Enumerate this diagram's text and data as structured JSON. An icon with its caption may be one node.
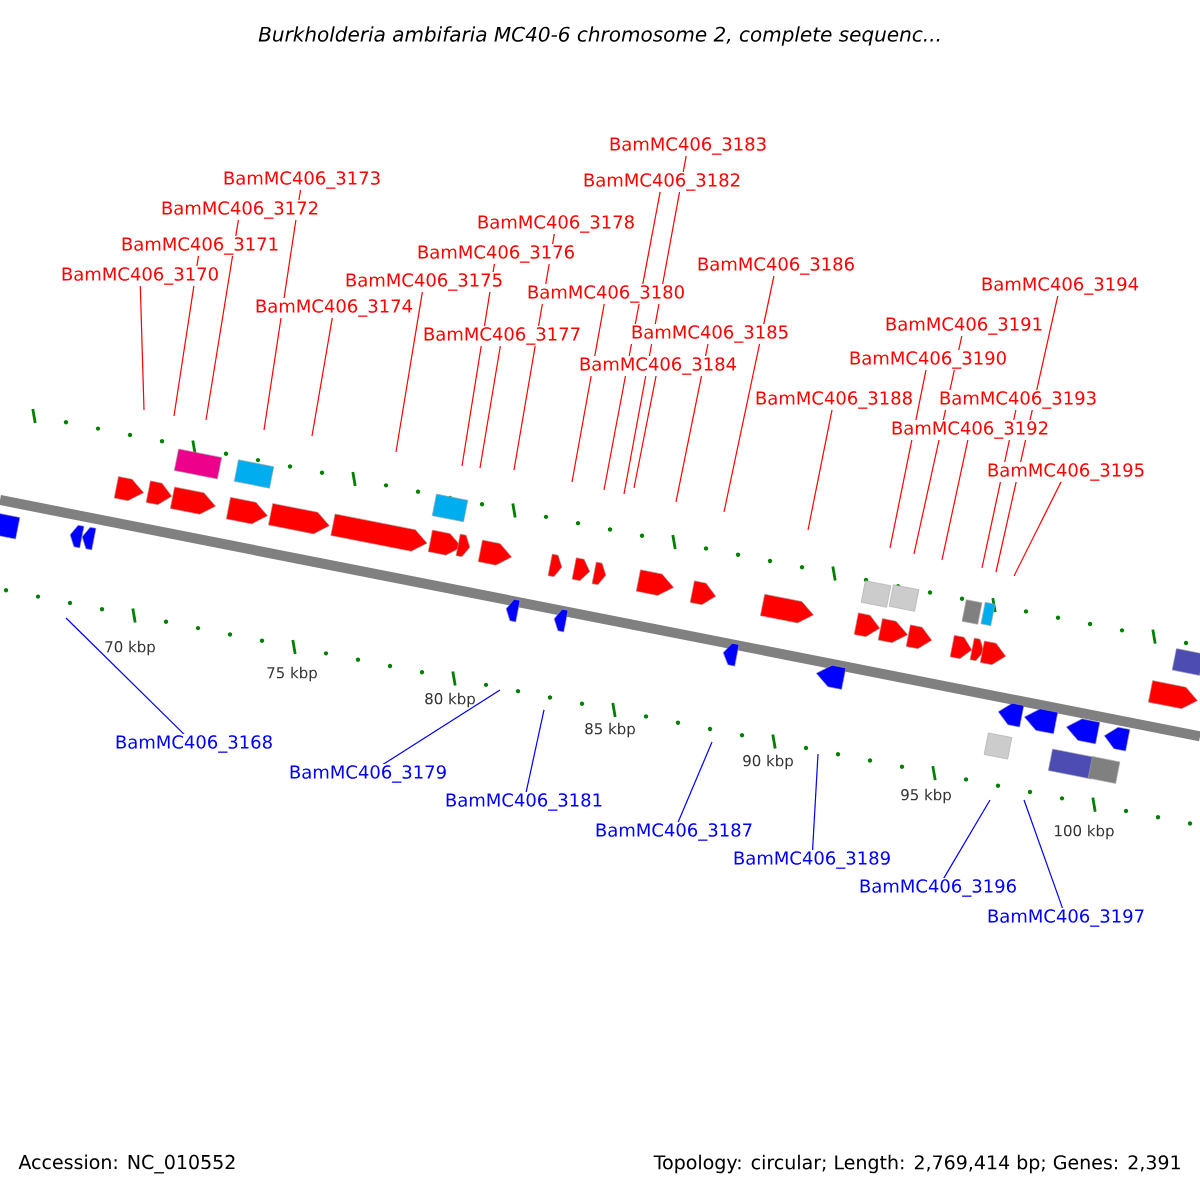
{
  "diagram": {
    "title": "Burkholderia ambifaria MC40-6 chromosome 2, complete sequenc...",
    "nodes": [
      {
        "text": [
          "BamMC406_3168"
        ]
      },
      {
        "text": [
          "BamMC406_3170"
        ]
      },
      {
        "text": [
          "BamMC406_3171"
        ]
      },
      {
        "text": [
          "BamMC406_3172"
        ]
      },
      {
        "text": [
          "BamMC406_3173"
        ]
      },
      {
        "text": [
          "BamMC406_3174"
        ]
      },
      {
        "text": [
          "BamMC406_3175"
        ]
      },
      {
        "text": [
          "BamMC406_3176"
        ]
      },
      {
        "text": [
          "BamMC406_3177"
        ]
      },
      {
        "text": [
          "BamMC406_3178"
        ]
      },
      {
        "text": [
          "BamMC406_3179"
        ]
      },
      {
        "text": [
          "BamMC406_3180"
        ]
      },
      {
        "text": [
          "BamMC406_3181"
        ]
      },
      {
        "text": [
          "BamMC406_3182"
        ]
      },
      {
        "text": [
          "BamMC406_3183"
        ]
      },
      {
        "text": [
          "BamMC406_3184"
        ]
      },
      {
        "text": [
          "BamMC406_3185"
        ]
      },
      {
        "text": [
          "BamMC406_3186"
        ]
      },
      {
        "text": [
          "BamMC406_3187"
        ]
      },
      {
        "text": [
          "BamMC406_3188"
        ]
      },
      {
        "text": [
          "BamMC406_3189"
        ]
      },
      {
        "text": [
          "BamMC406_3190"
        ]
      },
      {
        "text": [
          "BamMC406_3191"
        ]
      },
      {
        "text": [
          "BamMC406_3192"
        ]
      },
      {
        "text": [
          "BamMC406_3193"
        ]
      },
      {
        "text": [
          "BamMC406_3194"
        ]
      },
      {
        "text": [
          "BamMC406_3195"
        ]
      },
      {
        "text": [
          "BamMC406_3196"
        ]
      },
      {
        "text": [
          "BamMC406_3197"
        ]
      }
    ],
    "edges": [
      {
        "from": 0,
        "to": null,
        "arrow": "none",
        "color": "#0000ff"
      },
      {
        "from": 1,
        "to": null,
        "arrow": "none"
      },
      {
        "from": 2,
        "to": null,
        "arrow": "none"
      },
      {
        "from": 3,
        "to": null,
        "arrow": "none"
      },
      {
        "from": 4,
        "to": null,
        "arrow": "none"
      },
      {
        "from": 5,
        "to": null,
        "arrow": "none"
      },
      {
        "from": 6,
        "to": null,
        "arrow": "none"
      },
      {
        "from": 7,
        "to": null,
        "arrow": "none"
      },
      {
        "from": 8,
        "to": null,
        "arrow": "none"
      },
      {
        "from": 9,
        "to": null,
        "arrow": "none"
      },
      {
        "from": 10,
        "to": null,
        "arrow": "none",
        "color": "#0000ff"
      },
      {
        "from": 11,
        "to": null,
        "arrow": "none"
      },
      {
        "from": 12,
        "to": null,
        "arrow": "none",
        "color": "#0000ff"
      },
      {
        "from": 13,
        "to": null,
        "arrow": "none"
      },
      {
        "from": 14,
        "to": null,
        "arrow": "none"
      },
      {
        "from": 15,
        "to": null,
        "arrow": "none"
      },
      {
        "from": 16,
        "to": null,
        "arrow": "none"
      },
      {
        "from": 17,
        "to": null,
        "arrow": "none"
      },
      {
        "from": 18,
        "to": null,
        "arrow": "none",
        "color": "#0000ff"
      },
      {
        "from": 19,
        "to": null,
        "arrow": "none"
      },
      {
        "from": 20,
        "to": null,
        "arrow": "none",
        "color": "#0000ff"
      },
      {
        "from": 21,
        "to": null,
        "arrow": "none"
      },
      {
        "from": 22,
        "to": null,
        "arrow": "none"
      },
      {
        "from": 23,
        "to": null,
        "arrow": "none"
      },
      {
        "from": 24,
        "to": null,
        "arrow": "none"
      },
      {
        "from": 25,
        "to": null,
        "arrow": "none"
      },
      {
        "from": 26,
        "to": null,
        "arrow": "none"
      },
      {
        "from": 27,
        "to": null,
        "arrow": "none",
        "color": "#0000ff"
      },
      {
        "from": 28,
        "to": null,
        "arrow": "none",
        "color": "#0000ff"
      }
    ],
    "labels": [
      "70 kbp",
      "75 kbp",
      "80 kbp",
      "85 kbp",
      "90 kbp",
      "95 kbp",
      "100 kbp",
      "Accession: NC_010552",
      "Topology: circular; Length: 2,769,414 bp; Genes: 2,391"
    ]
  }
}
